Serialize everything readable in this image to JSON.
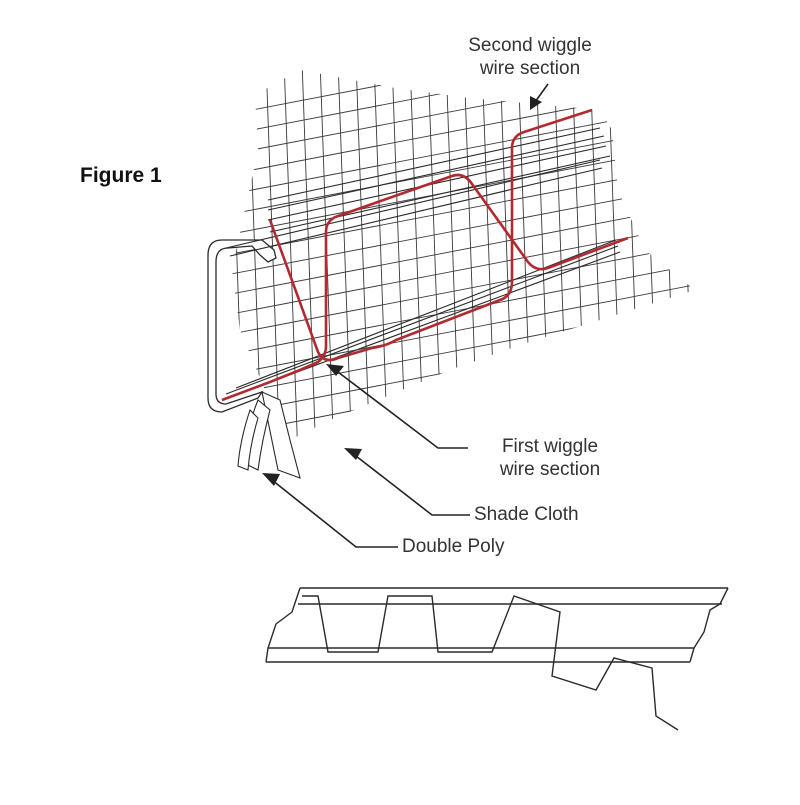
{
  "figure_title": "Figure 1",
  "labels": {
    "second_wiggle": [
      "Second wiggle",
      "wire section"
    ],
    "first_wiggle": [
      "First wiggle",
      "wire section"
    ],
    "shade_cloth": "Shade Cloth",
    "double_poly": "Double Poly"
  },
  "colors": {
    "wire": "#b22a2f",
    "line": "#2a2a2a",
    "background": "#ffffff"
  }
}
